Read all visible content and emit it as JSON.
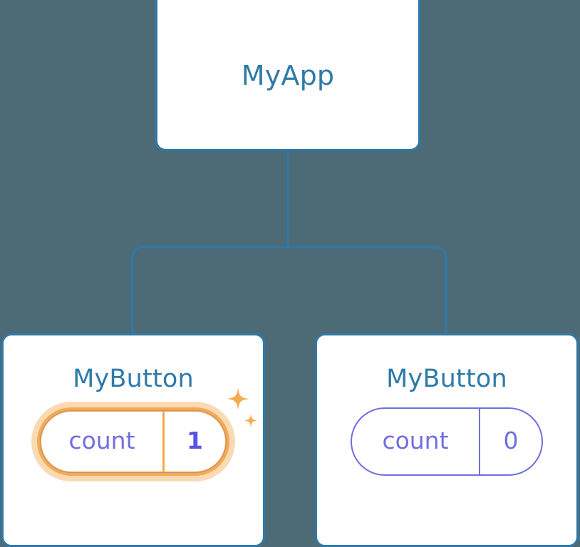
{
  "diagram": {
    "type": "component-tree",
    "background_color": "#4d6a77",
    "accent_blue": "#2e7aa8",
    "accent_purple": "#6f6fe0",
    "accent_purple_bold": "#5952e6",
    "accent_orange": "#f4ab4e",
    "accent_orange_glow": "#f6bc78",
    "root": {
      "title": "MyApp"
    },
    "children": [
      {
        "title": "MyButton",
        "state": {
          "key": "count",
          "value": "1"
        },
        "highlighted": true,
        "sparkle_icons": [
          "sparkle-large-icon",
          "sparkle-small-icon"
        ]
      },
      {
        "title": "MyButton",
        "state": {
          "key": "count",
          "value": "0"
        },
        "highlighted": false,
        "sparkle_icons": []
      }
    ]
  }
}
